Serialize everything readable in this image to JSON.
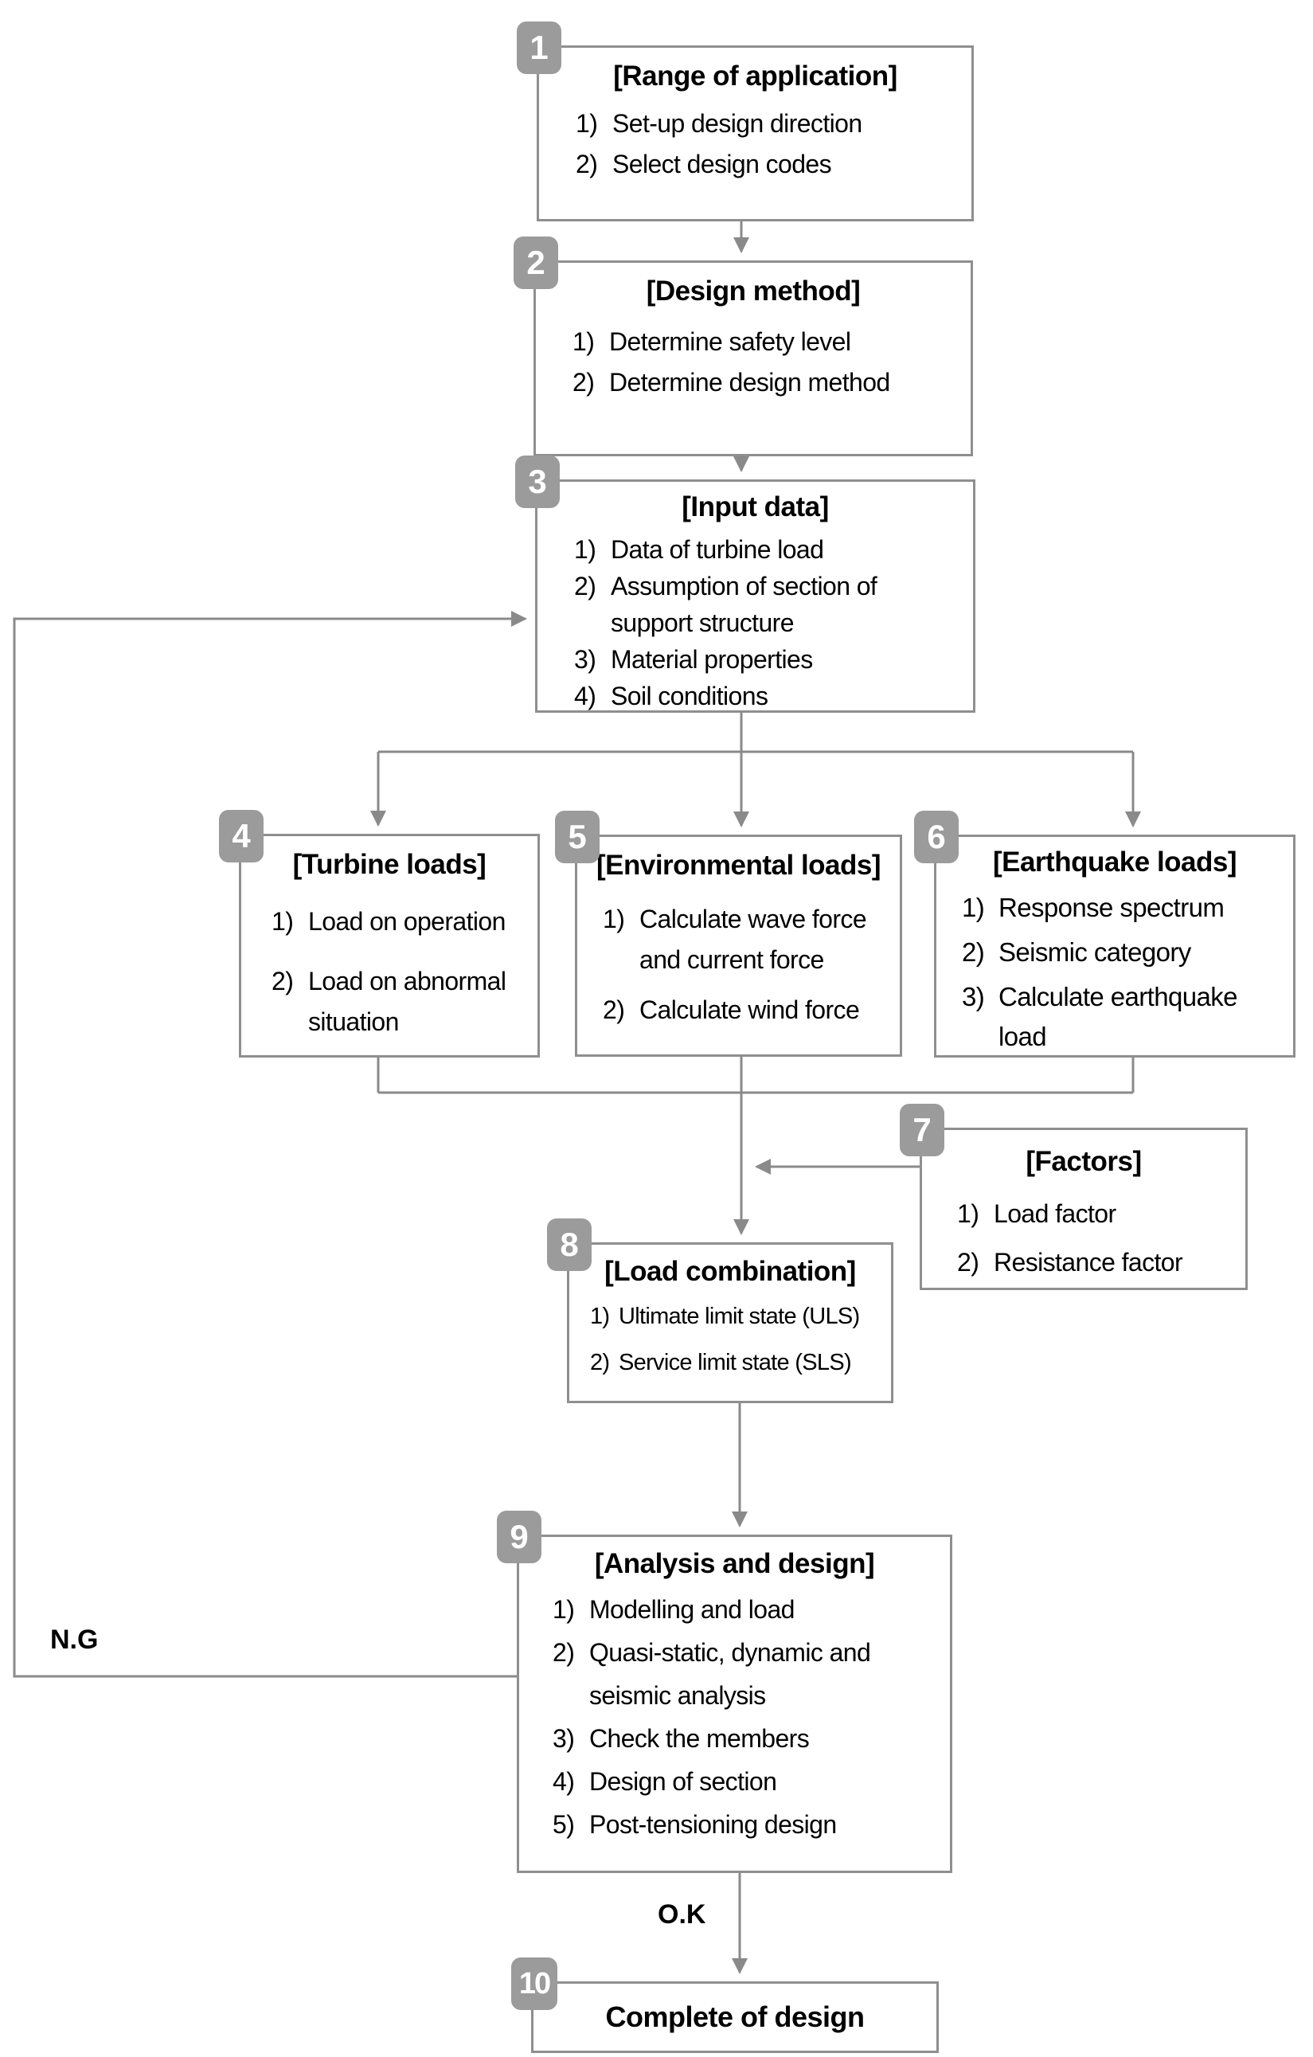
{
  "colors": {
    "bg": "#ffffff",
    "border": "#8f8f8f",
    "line": "#8a8a8a",
    "badge": "#9b9b9b",
    "badgeText": "#ffffff",
    "text": "#000000"
  },
  "labels": {
    "ng": "N.G",
    "ok": "O.K"
  },
  "boxes": [
    {
      "number": "1",
      "title": "[Range of application]",
      "items": [
        {
          "n": "1)",
          "t": "Set-up design direction"
        },
        {
          "n": "2)",
          "t": "Select design codes"
        }
      ]
    },
    {
      "number": "2",
      "title": "[Design method]",
      "items": [
        {
          "n": "1)",
          "t": "Determine safety level"
        },
        {
          "n": "2)",
          "t": "Determine design method"
        }
      ]
    },
    {
      "number": "3",
      "title": "[Input data]",
      "items": [
        {
          "n": "1)",
          "t": "Data of turbine load"
        },
        {
          "n": "2)",
          "t": "Assumption of section of support structure"
        },
        {
          "n": "3)",
          "t": "Material properties"
        },
        {
          "n": "4)",
          "t": "Soil conditions"
        }
      ]
    },
    {
      "number": "4",
      "title": "[Turbine loads]",
      "items": [
        {
          "n": "1)",
          "t": "Load on operation"
        },
        {
          "n": "2)",
          "t": "Load on abnormal situation"
        }
      ]
    },
    {
      "number": "5",
      "title": "[Environmental loads]",
      "items": [
        {
          "n": "1)",
          "t": "Calculate wave force and current force"
        },
        {
          "n": "2)",
          "t": "Calculate wind force"
        }
      ]
    },
    {
      "number": "6",
      "title": "[Earthquake loads]",
      "items": [
        {
          "n": "1)",
          "t": "Response spectrum"
        },
        {
          "n": "2)",
          "t": "Seismic category"
        },
        {
          "n": "3)",
          "t": "Calculate earthquake load"
        }
      ]
    },
    {
      "number": "7",
      "title": "[Factors]",
      "items": [
        {
          "n": "1)",
          "t": "Load factor"
        },
        {
          "n": "2)",
          "t": "Resistance factor"
        }
      ]
    },
    {
      "number": "8",
      "title": "[Load combination]",
      "items": [
        {
          "n": "1)",
          "t": "Ultimate limit state (ULS)"
        },
        {
          "n": "2)",
          "t": "Service limit state (SLS)"
        }
      ]
    },
    {
      "number": "9",
      "title": "[Analysis and design]",
      "items": [
        {
          "n": "1)",
          "t": "Modelling and load"
        },
        {
          "n": "2)",
          "t": "Quasi-static, dynamic and seismic analysis"
        },
        {
          "n": "3)",
          "t": "Check the members"
        },
        {
          "n": "4)",
          "t": "Design of section"
        },
        {
          "n": "5)",
          "t": "Post-tensioning design"
        }
      ]
    },
    {
      "number": "10",
      "title": "Complete of design",
      "items": []
    }
  ]
}
